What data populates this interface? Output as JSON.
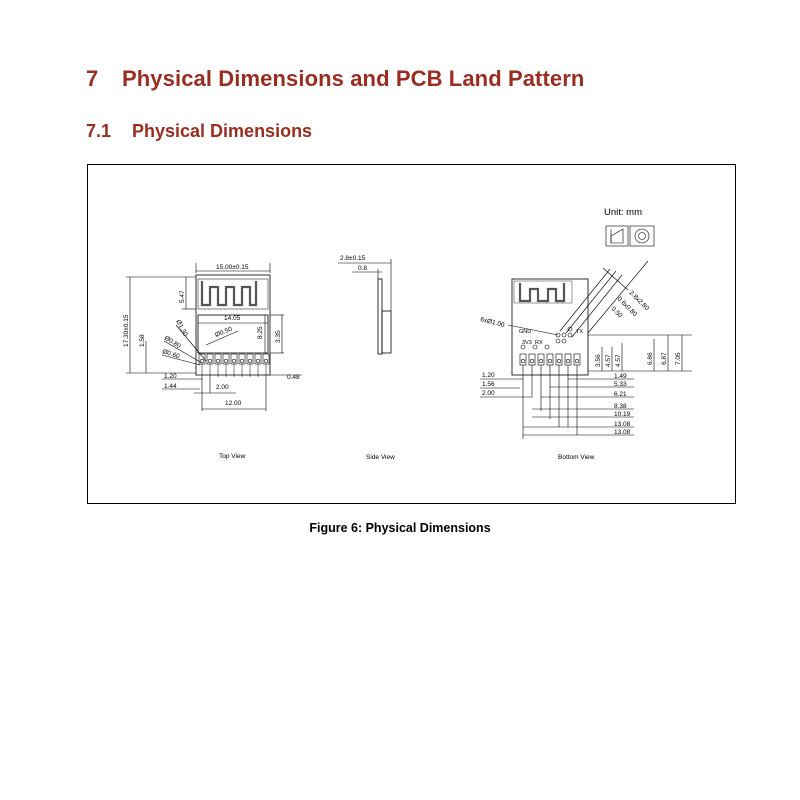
{
  "heading": {
    "number": "7",
    "title": "Physical Dimensions and PCB Land Pattern"
  },
  "subheading": {
    "number": "7.1",
    "title": "Physical Dimensions"
  },
  "figure": {
    "unit_label": "Unit: mm",
    "top_view": {
      "caption": "Top View",
      "dims": {
        "width": "15.00±0.15",
        "height": "17.30±0.15",
        "antenna_height": "5.47",
        "shield_width": "14.05",
        "shield_height": "8.25",
        "inner_height": "3.35",
        "left_height": "1.58",
        "hole_dia_large": "Ø1.30",
        "hole_dia_mid": "Ø0.80",
        "hole_dia_small": "Ø0.60",
        "hole_dia_center": "Ø0.50",
        "offset_1": "1.20",
        "offset_2": "1.44",
        "pitch": "2.00",
        "pad_span": "12.00",
        "edge": "0.48"
      }
    },
    "side_view": {
      "caption": "Side View",
      "dims": {
        "thickness": "2.8±0.15",
        "board": "0.8"
      }
    },
    "bottom_view": {
      "caption": "Bottom View",
      "pin_labels": {
        "gnd": "GND",
        "v3": "3V3",
        "rx": "RX",
        "tx": "TX"
      },
      "hole_label": "6xØ1.00",
      "diag_dims": [
        "2.8x2.80",
        "0.6x0.80",
        "0.50"
      ],
      "vert_dims": [
        "3.56",
        "4.57",
        "4.57",
        "6.86",
        "6.87",
        "7.05"
      ],
      "left_dims": [
        "1.20",
        "1.56",
        "2.00"
      ],
      "right_dims": [
        "1.49",
        "5.33",
        "6.21",
        "8.38",
        "10.19",
        "13.08",
        "13.08"
      ]
    },
    "caption": "Figure 6: Physical Dimensions"
  }
}
